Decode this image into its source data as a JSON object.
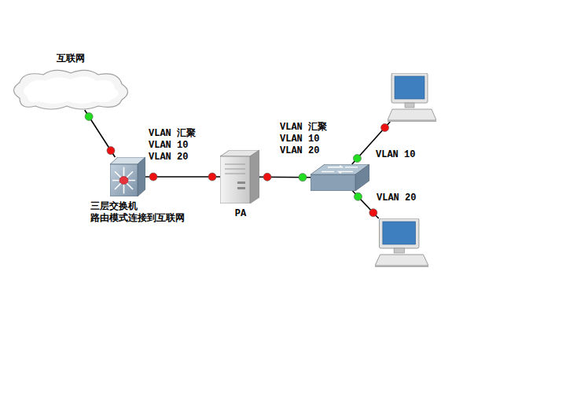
{
  "diagram": {
    "nodes": [
      {
        "text": [
          "互联网"
        ]
      },
      {
        "text": [
          "三层交换机 路由模式连接到互联网"
        ]
      },
      {
        "text": [
          "PA"
        ]
      },
      {
        "text": []
      },
      {
        "text": []
      },
      {
        "text": []
      }
    ],
    "edges": [
      {
        "from": 0,
        "to": 1,
        "arrow": "none"
      },
      {
        "from": 1,
        "to": 2,
        "label": "VLAN 汇聚 VLAN 10 VLAN 20",
        "arrow": "none"
      },
      {
        "from": 2,
        "to": 3,
        "label": "VLAN 汇聚 VLAN 10 VLAN 20",
        "arrow": "none"
      },
      {
        "from": 3,
        "to": 4,
        "label": "VLAN 10",
        "arrow": "none"
      },
      {
        "from": 3,
        "to": 5,
        "label": "VLAN 20",
        "arrow": "none"
      }
    ]
  }
}
